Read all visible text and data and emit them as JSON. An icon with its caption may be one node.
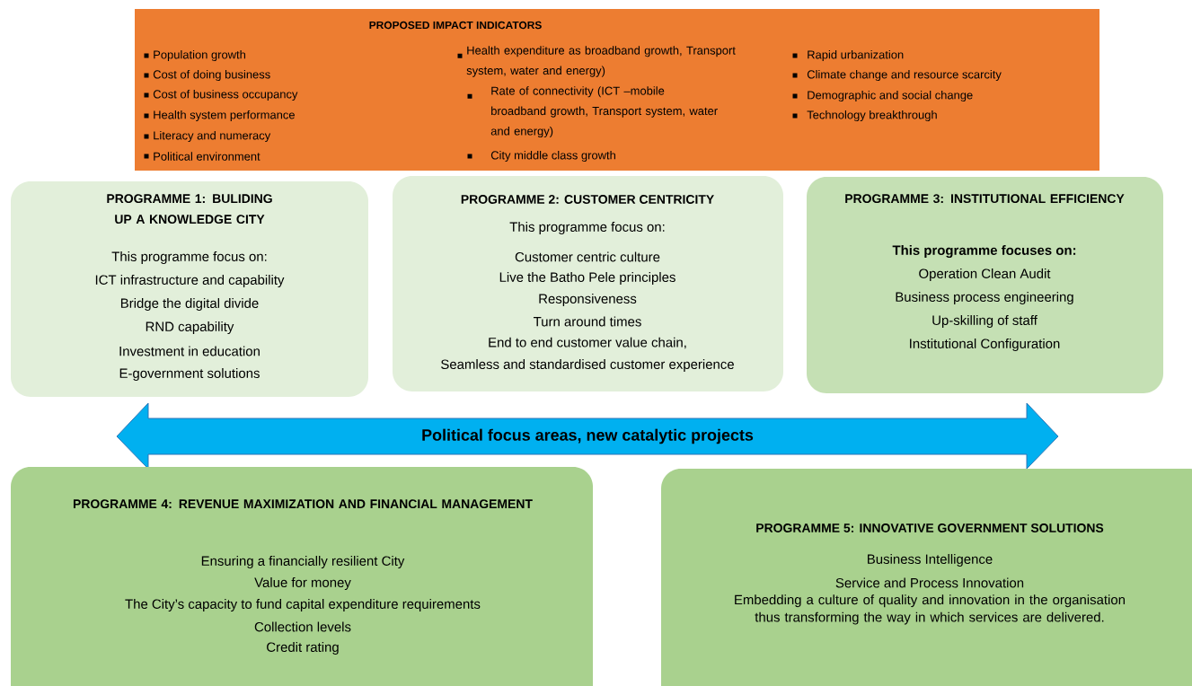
{
  "diagram": {
    "nodes": [
      {
        "text": [
          "PROPOSED IMPACT INDICATORS",
          "Population growth",
          "Cost of doing business",
          "Cost of business occupancy",
          "Health system performance",
          "Literacy and numeracy",
          "Political environment",
          "Health expenditure as broadband growth, Transport system, water and energy)",
          "Rate of connectivity (ICT –mobile broadband growth, Transport system, water and energy)",
          "City middle class growth",
          "Rapid urbanization",
          "Climate change and resource scarcity",
          "Demographic and social change",
          "Technology breakthrough"
        ]
      },
      {
        "text": [
          "PROGRAMME 1: BULIDING UP A KNOWLEDGE CITY",
          "This programme focus on:",
          "ICT infrastructure and capability",
          "Bridge the digital divide",
          "RND capability",
          "Investment in education",
          "E-government solutions"
        ]
      },
      {
        "text": [
          "PROGRAMME 2: CUSTOMER CENTRICITY",
          "This programme focus on:",
          "Customer centric culture",
          "Live the Batho Pele principles",
          "Responsiveness",
          "Turn around times",
          "End to end customer value chain,",
          "Seamless and standardised customer experience"
        ]
      },
      {
        "text": [
          "PROGRAMME 3: INSTITUTIONAL EFFICIENCY",
          "This programme focuses on:",
          "Operation Clean Audit",
          "Business process engineering",
          "Up-skilling of staff",
          "Institutional Configuration"
        ]
      },
      {
        "text": [
          "Political focus areas, new catalytic projects"
        ]
      },
      {
        "text": [
          "PROGRAMME 4: REVENUE MAXIMIZATION AND FINANCIAL MANAGEMENT",
          "Ensuring a financially resilient City",
          "Value for money",
          "The City’s capacity to fund capital expenditure requirements",
          "Collection levels",
          "Credit rating"
        ]
      },
      {
        "text": [
          "PROGRAMME 5: INNOVATIVE GOVERNMENT  SOLUTIONS",
          "Business Intelligence",
          "Service and Process Innovation",
          "Embedding a culture of quality and innovation in the organisation thus transforming the way in which services are delivered."
        ]
      }
    ]
  }
}
